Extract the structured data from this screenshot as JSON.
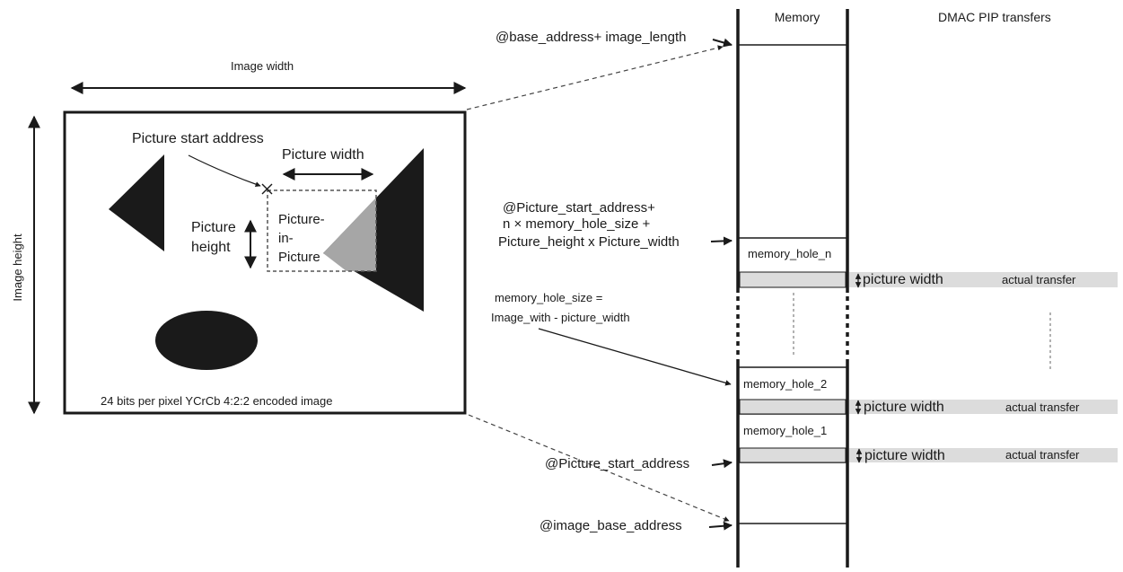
{
  "image_side": {
    "image_width_label": "Image width",
    "image_height_label": "Image height",
    "picture_start_label": "Picture start address",
    "picture_width_label": "Picture width",
    "picture_height_label": [
      "Picture",
      "height"
    ],
    "pip_label": [
      "Picture-",
      "in-",
      "Picture"
    ],
    "encoding_note": "24 bits per pixel  YCrCb 4:2:2 encoded   image"
  },
  "memory": {
    "header": "Memory",
    "address_labels": {
      "top": "@base_address+ image_length",
      "picture_end": [
        "@Picture_start_address+",
        "n  ×   memory_hole_size +",
        "Picture_height x Picture_width"
      ],
      "hole_size": [
        "memory_hole_size =",
        "Image_with - picture_width"
      ],
      "picture_start": "@Picture_start_address",
      "image_base": "@image_base_address"
    },
    "holes": {
      "n": "memory_hole_n",
      "two": "memory_hole_2",
      "one": "memory_hole_1"
    }
  },
  "dmac": {
    "title": "DMAC PIP transfers",
    "rows": [
      {
        "width_label": "picture width",
        "transfer_label": "actual transfer"
      },
      {
        "width_label": "picture width",
        "transfer_label": "actual transfer"
      },
      {
        "width_label": "picture width",
        "transfer_label": "actual transfer"
      }
    ]
  },
  "colors": {
    "ink": "#1a1a1a",
    "pip_fill": "#a6a6a6",
    "transfer_band": "#dcdcdc"
  }
}
